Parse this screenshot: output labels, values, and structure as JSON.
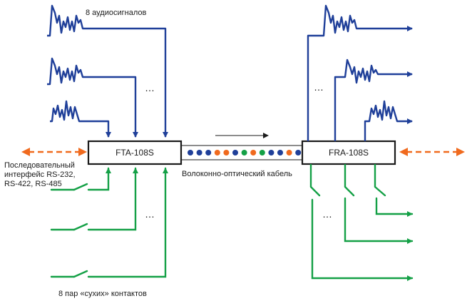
{
  "labels": {
    "audio_signals": "8 аудиосигналов",
    "serial_line1": "Последовательный",
    "serial_line2": "интерфейс RS-232,",
    "serial_line3": "RS-422, RS-485",
    "fiber_cable": "Волоконно-оптический кабель",
    "dry_contacts": "8 пар «сухих» контактов",
    "ellipsis": "…"
  },
  "devices": {
    "transmitter": "FTA-108S",
    "receiver": "FRA-108S"
  },
  "fiber_dots": [
    "blue",
    "blue",
    "blue",
    "orange",
    "orange",
    "blue",
    "green",
    "orange",
    "green",
    "blue",
    "blue",
    "orange",
    "blue"
  ],
  "colors": {
    "audio": "#1f3f99",
    "contact": "#14a046",
    "serial": "#f06a1e",
    "box": "#1a1a1a",
    "dot_blue": "#1f3f99",
    "dot_orange": "#f06a1e",
    "dot_green": "#14a046"
  }
}
